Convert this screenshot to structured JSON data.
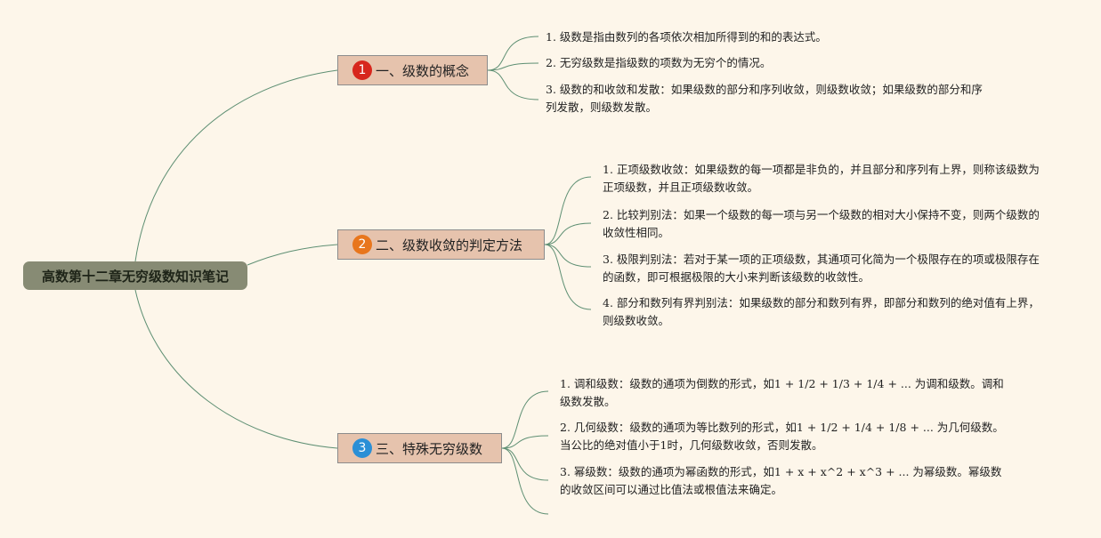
{
  "colors": {
    "background": "#fdf6ea",
    "root_bg": "#878b74",
    "branch_bg": "#e6c3ad",
    "line": "#5e8f73",
    "badge1": "#d7261d",
    "badge2": "#e8761d",
    "badge3": "#2a8fd6"
  },
  "root": {
    "label": "高数第十二章无穷级数知识笔记"
  },
  "branches": [
    {
      "number": "1",
      "label": "一、级数的概念",
      "items": [
        "1. 级数是指由数列的各项依次相加所得到的和的表达式。",
        "2. 无穷级数是指级数的项数为无穷个的情况。",
        "3. 级数的和收敛和发散：如果级数的部分和序列收敛，则级数收敛；如果级数的部分和序列发散，则级数发散。"
      ]
    },
    {
      "number": "2",
      "label": "二、级数收敛的判定方法",
      "items": [
        "1. 正项级数收敛：如果级数的每一项都是非负的，并且部分和序列有上界，则称该级数为正项级数，并且正项级数收敛。",
        "2. 比较判别法：如果一个级数的每一项与另一个级数的相对大小保持不变，则两个级数的收敛性相同。",
        "3. 极限判别法：若对于某一项的正项级数，其通项可化简为一个极限存在的项或极限存在的函数，即可根据极限的大小来判断该级数的收敛性。",
        "4. 部分和数列有界判别法：如果级数的部分和数列有界，即部分和数列的绝对值有上界，则级数收敛。"
      ]
    },
    {
      "number": "3",
      "label": "三、特殊无穷级数",
      "items": [
        "1. 调和级数：级数的通项为倒数的形式，如1 + 1/2 + 1/3 + 1/4 + ... 为调和级数。调和级数发散。",
        "2. 几何级数：级数的通项为等比数列的形式，如1 + 1/2 + 1/4 + 1/8 + ... 为几何级数。当公比的绝对值小于1时，几何级数收敛，否则发散。",
        "3. 幂级数：级数的通项为幂函数的形式，如1 + x + x^2 + x^3 + ... 为幂级数。幂级数的收敛区间可以通过比值法或根值法来确定。"
      ]
    }
  ]
}
